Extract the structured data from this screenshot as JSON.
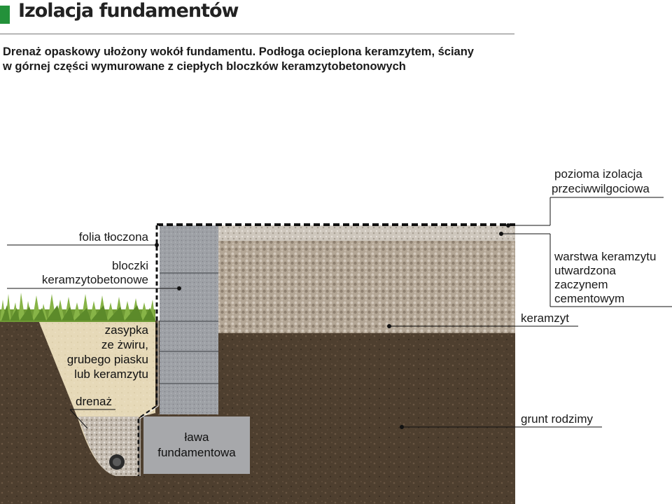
{
  "header": {
    "title": "Izolacja fundamentów",
    "accent_color": "#23913a"
  },
  "subtitle": {
    "line1": "Drenaż opaskowy ułożony wokół fundamentu. Podłoga ocieplona keramzytem, ściany",
    "line2": "w górnej części wymurowane z ciepłych bloczków keramzytobetonowych"
  },
  "labels": {
    "folia": "folia tłoczona",
    "bloczki_1": "bloczki",
    "bloczki_2": "keramzytobetonowe",
    "zasypka_1": "zasypka",
    "zasypka_2": "ze żwiru,",
    "zasypka_3": "grubego piasku",
    "zasypka_4": "lub keramzytu",
    "drenaz": "drenaż",
    "lawa_1": "ława",
    "lawa_2": "fundamentowa",
    "izolacja_1": "pozioma izolacja",
    "izolacja_2": "przeciwwilgociowa",
    "warstwa_1": "warstwa keramzytu",
    "warstwa_2": "utwardzona",
    "warstwa_3": "zaczynem",
    "warstwa_4": "cementowym",
    "keramzyt": "keramzyt",
    "grunt": "grunt rodzimy"
  },
  "colors": {
    "soil": "#4e3f2f",
    "keramzyt": "#b8ab9b",
    "keramzyt_top": "#d4cdc3",
    "blocks": "#9ea1a6",
    "footing": "#a7a8ab",
    "backfill": "#e6d9b8",
    "gravel": "#c9c0b5",
    "grass": "#6f9a35"
  }
}
